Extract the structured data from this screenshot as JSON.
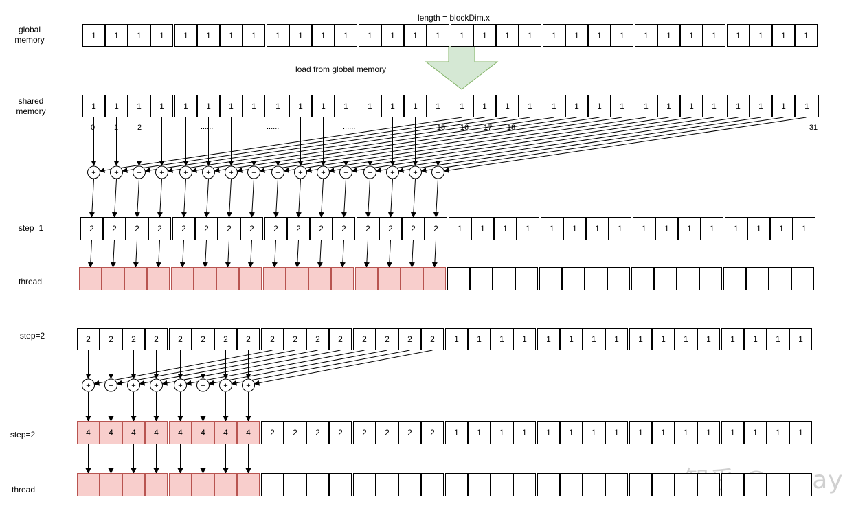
{
  "labels": {
    "global_memory": "global\nmemory",
    "shared_memory": "shared\nmemory",
    "step1": "step=1",
    "thread1": "thread",
    "step2a": "step=2",
    "step2b": "step=2",
    "thread2": "thread",
    "length": "length = blockDim.x",
    "load": "load from global memory",
    "dots": "......"
  },
  "watermark": "知乎 @geray",
  "indices": {
    "i0": "0",
    "i1": "1",
    "i2": "2",
    "i15": "15",
    "i16": "16",
    "i17": "17",
    "i18": "18",
    "i31": "31"
  },
  "arrays": {
    "global_values": [
      "1",
      "1",
      "1",
      "1",
      "1",
      "1",
      "1",
      "1",
      "1",
      "1",
      "1",
      "1",
      "1",
      "1",
      "1",
      "1",
      "1",
      "1",
      "1",
      "1",
      "1",
      "1",
      "1",
      "1",
      "1",
      "1",
      "1",
      "1",
      "1",
      "1",
      "1",
      "1"
    ],
    "shared_values": [
      "1",
      "1",
      "1",
      "1",
      "1",
      "1",
      "1",
      "1",
      "1",
      "1",
      "1",
      "1",
      "1",
      "1",
      "1",
      "1",
      "1",
      "1",
      "1",
      "1",
      "1",
      "1",
      "1",
      "1",
      "1",
      "1",
      "1",
      "1",
      "1",
      "1",
      "1",
      "1"
    ],
    "step1_values": [
      "2",
      "2",
      "2",
      "2",
      "2",
      "2",
      "2",
      "2",
      "2",
      "2",
      "2",
      "2",
      "2",
      "2",
      "2",
      "2",
      "1",
      "1",
      "1",
      "1",
      "1",
      "1",
      "1",
      "1",
      "1",
      "1",
      "1",
      "1",
      "1",
      "1",
      "1",
      "1"
    ],
    "thread1_active": 16,
    "step2_values": [
      "2",
      "2",
      "2",
      "2",
      "2",
      "2",
      "2",
      "2",
      "2",
      "2",
      "2",
      "2",
      "2",
      "2",
      "2",
      "2",
      "1",
      "1",
      "1",
      "1",
      "1",
      "1",
      "1",
      "1",
      "1",
      "1",
      "1",
      "1",
      "1",
      "1",
      "1",
      "1"
    ],
    "step2b_values": [
      "4",
      "4",
      "4",
      "4",
      "4",
      "4",
      "4",
      "4",
      "2",
      "2",
      "2",
      "2",
      "2",
      "2",
      "2",
      "2",
      "1",
      "1",
      "1",
      "1",
      "1",
      "1",
      "1",
      "1",
      "1",
      "1",
      "1",
      "1",
      "1",
      "1",
      "1",
      "1"
    ],
    "step2b_active": 8,
    "thread2_active": 8,
    "plus_symbol": "+"
  },
  "colors": {
    "active_fill": "#f8cecc",
    "active_border": "#b85450",
    "load_arrow_fill": "#d5e8d4",
    "load_arrow_border": "#82b366"
  }
}
